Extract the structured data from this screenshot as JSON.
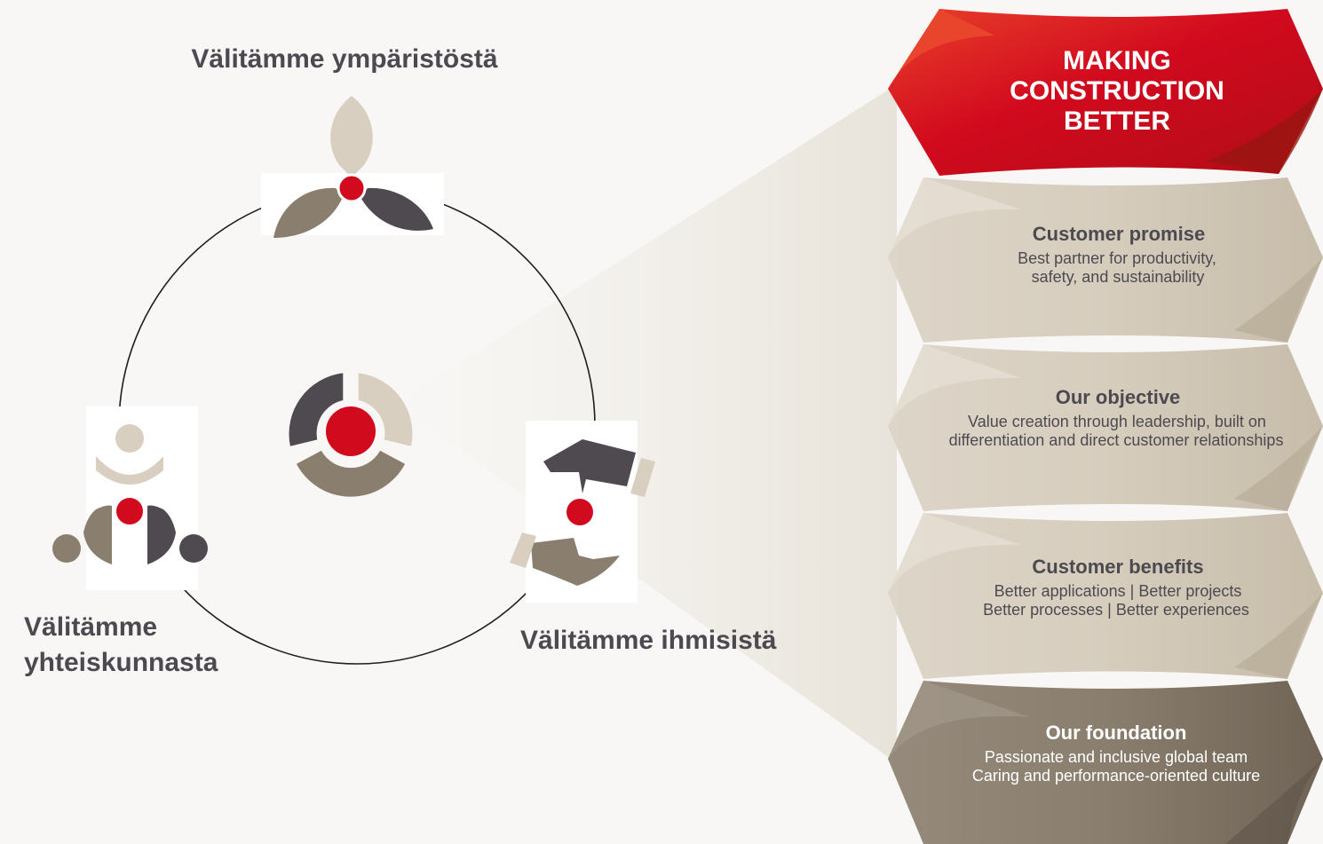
{
  "colors": {
    "red": "#d20a1e",
    "dark_gray": "#4f4a50",
    "taupe": "#8a7e6f",
    "beige": "#d7cebf",
    "background": "#f8f7f5"
  },
  "circle_labels": {
    "top": "Välitämme ympäristöstä",
    "left_line1": "Välitämme",
    "left_line2": "yhteiskunnasta",
    "right": "Välitämme ihmisistä"
  },
  "icons": {
    "environment": "leaf-trefoil-icon",
    "society": "people-group-icon",
    "people": "handshake-icon",
    "center": "tri-segment-ring-icon"
  },
  "stack": {
    "header": {
      "line1": "MAKING",
      "line2": "CONSTRUCTION",
      "line3": "BETTER"
    },
    "levels": [
      {
        "title": "Customer promise",
        "line1": "Best partner for productivity,",
        "line2": "safety, and sustainability"
      },
      {
        "title": "Our objective",
        "line1": "Value creation through leadership, built on",
        "line2": "differentiation and direct customer relationships"
      },
      {
        "title": "Customer benefits",
        "line1": "Better applications  |  Better projects",
        "line2": "Better processes  |  Better experiences"
      },
      {
        "title": "Our foundation",
        "line1": "Passionate and inclusive global team",
        "line2": "Caring and performance-oriented culture"
      }
    ]
  }
}
